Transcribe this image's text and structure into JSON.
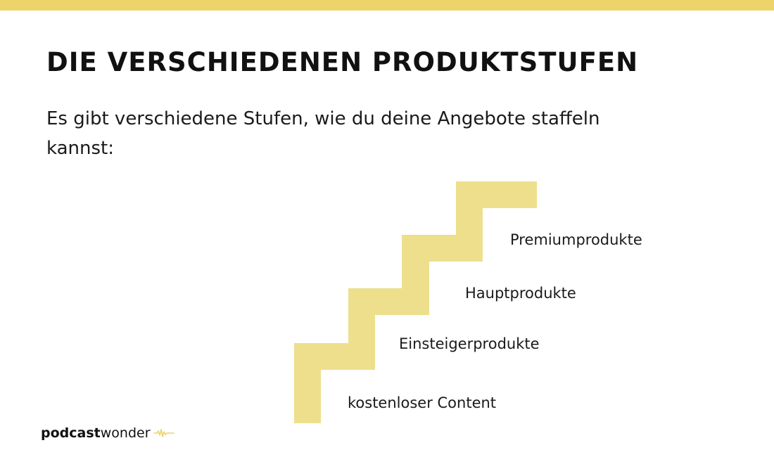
{
  "colors": {
    "accent": "#ecd46a",
    "stairs": "#eedf8d",
    "text": "#111111",
    "background": "#ffffff"
  },
  "title": "DIE VERSCHIEDENEN PRODUKTSTUFEN",
  "intro": "Es gibt verschiedene Stufen, wie du deine Angebote staffeln kannst:",
  "steps": [
    {
      "label": "kostenloser Content"
    },
    {
      "label": "Einsteigerprodukte"
    },
    {
      "label": "Hauptprodukte"
    },
    {
      "label": "Premiumprodukte"
    }
  ],
  "logo": {
    "part_a": "podcast",
    "part_b": "wonder",
    "icon": "waveform-icon"
  }
}
